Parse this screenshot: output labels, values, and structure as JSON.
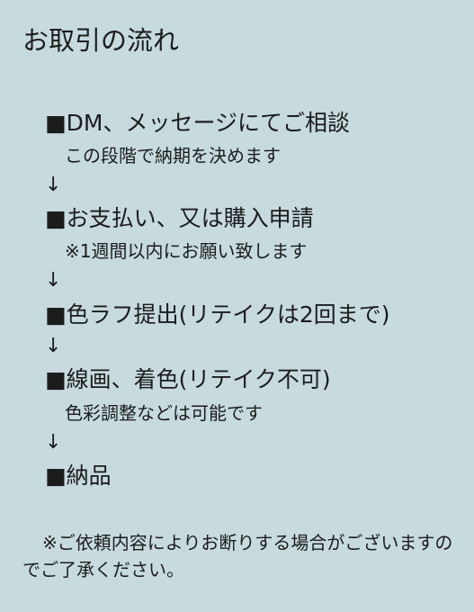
{
  "title": "お取引の流れ",
  "steps": [
    {
      "label": "■DM、メッセージにてご相談",
      "detail": "この段階で納期を決めます"
    },
    {
      "label": "■お支払い、又は購入申請",
      "detail": "※1週間以内にお願い致します"
    },
    {
      "label": "■色ラフ提出(リテイクは2回まで)",
      "detail": ""
    },
    {
      "label": "■線画、着色(リテイク不可)",
      "detail": "色彩調整などは可能です"
    },
    {
      "label": "■納品",
      "detail": ""
    }
  ],
  "arrow": "↓",
  "note": "※ご依頼内容によりお断りする場合がございますのでご了承ください。"
}
